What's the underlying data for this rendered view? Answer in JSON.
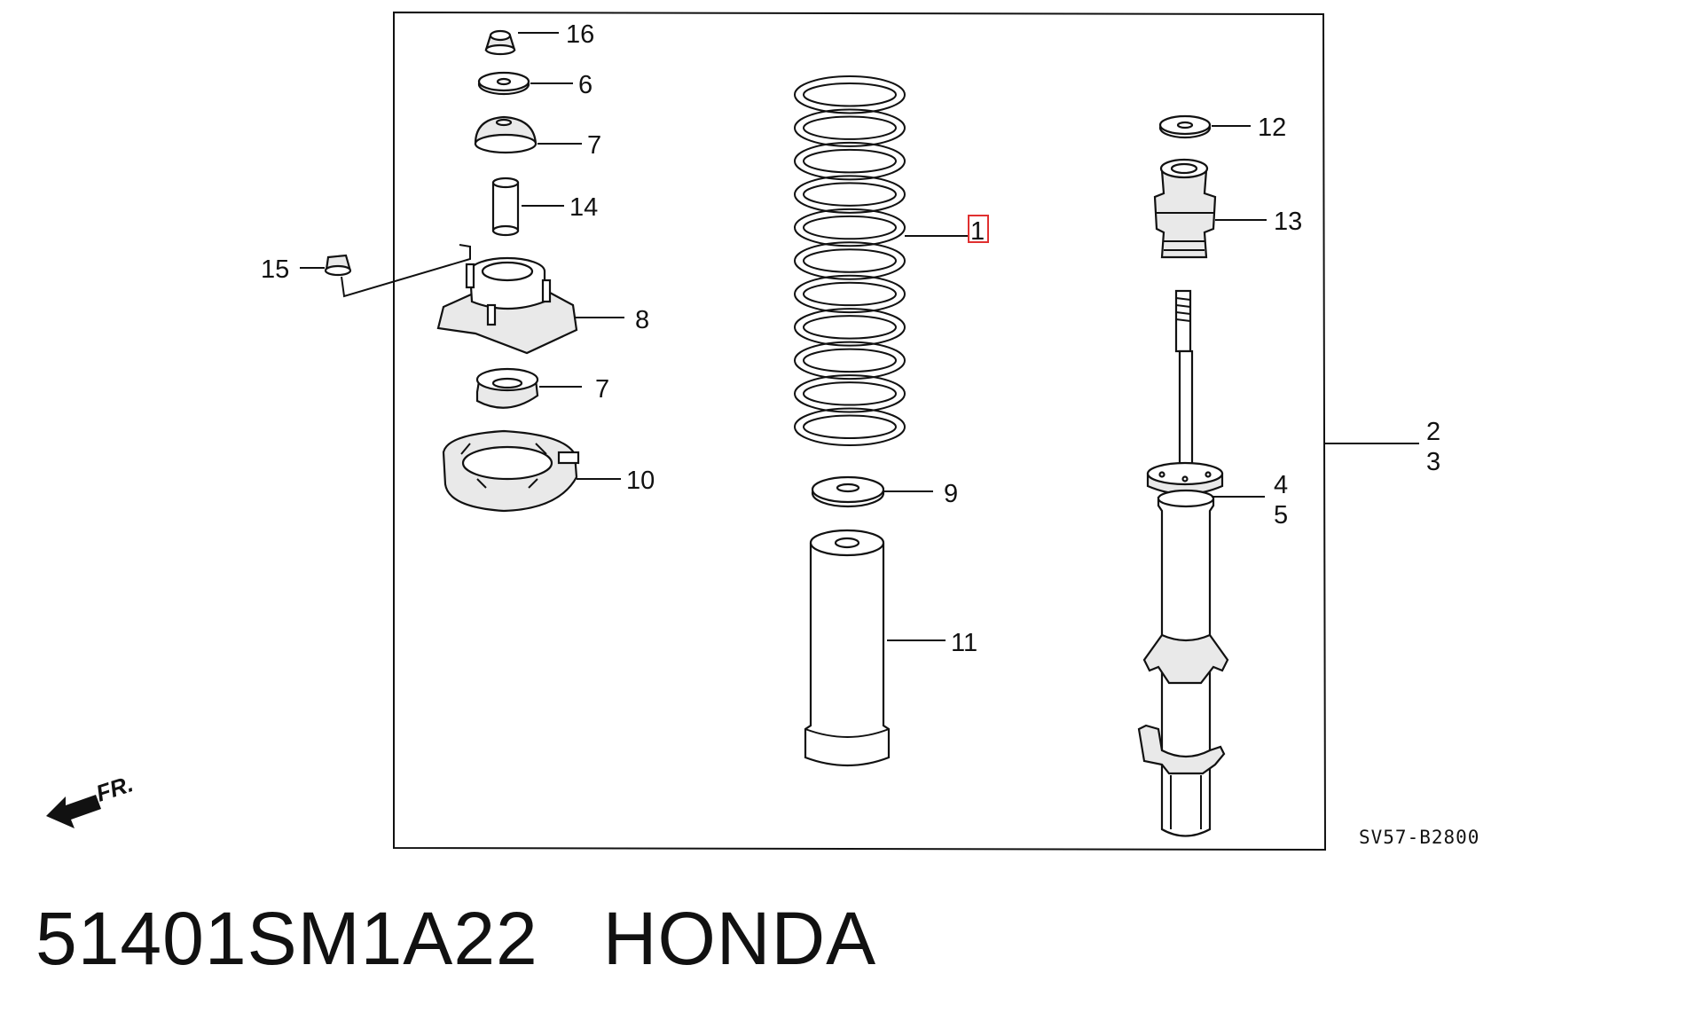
{
  "diagram": {
    "callouts": {
      "c1": "1",
      "c2": "2",
      "c3": "3",
      "c4": "4",
      "c5": "5",
      "c6": "6",
      "c7a": "7",
      "c7b": "7",
      "c8": "8",
      "c9": "9",
      "c10": "10",
      "c11": "11",
      "c12": "12",
      "c13": "13",
      "c14": "14",
      "c15": "15",
      "c16": "16"
    },
    "diagram_code": "SV57-B2800",
    "front_arrow_label": "FR."
  },
  "footer": {
    "part_number": "51401SM1A22",
    "brand": "HONDA"
  },
  "colors": {
    "highlight_box": "#e03030",
    "line": "#111111"
  }
}
